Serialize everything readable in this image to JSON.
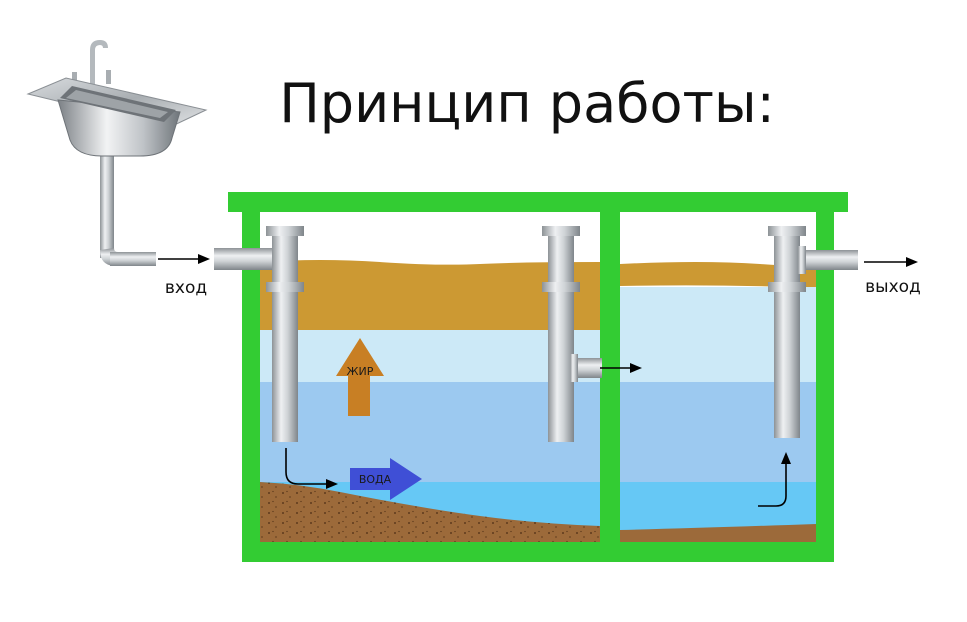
{
  "title": "Принцип работы:",
  "labels": {
    "inlet": "вход",
    "outlet": "выход",
    "fat": "ЖИР",
    "water": "ВОДА"
  },
  "colors": {
    "tank_wall": "#33cc33",
    "fat_layer": "#cc9933",
    "clear_water": "#cce9f7",
    "water_mid": "#9cc9f0",
    "water_bottom": "#66c8f5",
    "sediment": "#9c6a3a",
    "pipe": "#c8ccd0",
    "fat_arrow": "#c87f24",
    "water_arrow": "#3f4fd6"
  },
  "icons": {
    "sink": "sink-icon"
  }
}
